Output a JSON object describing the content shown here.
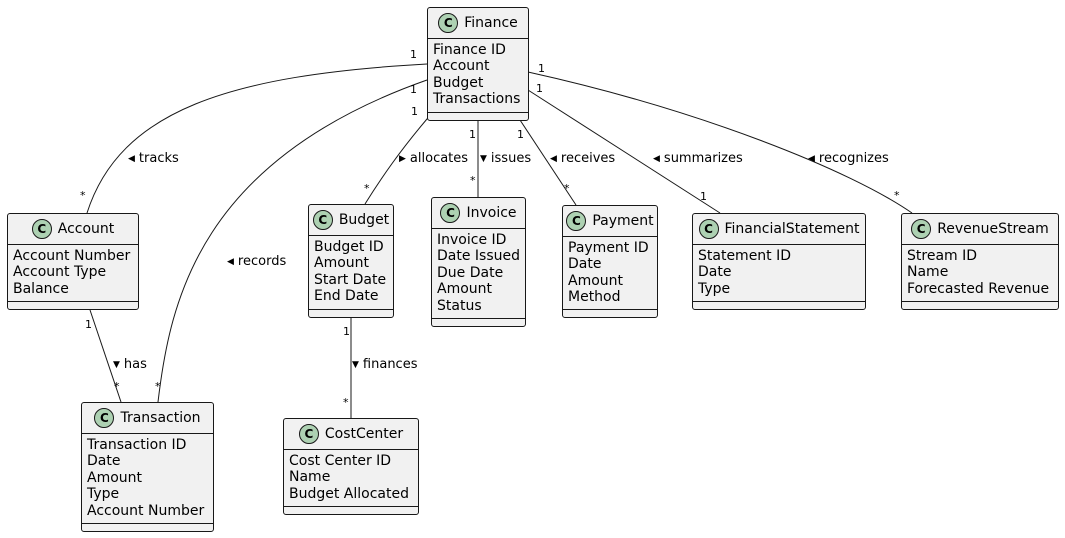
{
  "classes": {
    "finance": {
      "name": "Finance",
      "stereotype": "C",
      "attributes": [
        "Finance ID",
        "Account",
        "Budget",
        "Transactions"
      ]
    },
    "account": {
      "name": "Account",
      "stereotype": "C",
      "attributes": [
        "Account Number",
        "Account Type",
        "Balance"
      ]
    },
    "budget": {
      "name": "Budget",
      "stereotype": "C",
      "attributes": [
        "Budget ID",
        "Amount",
        "Start Date",
        "End Date"
      ]
    },
    "invoice": {
      "name": "Invoice",
      "stereotype": "C",
      "attributes": [
        "Invoice ID",
        "Date Issued",
        "Due Date",
        "Amount",
        "Status"
      ]
    },
    "payment": {
      "name": "Payment",
      "stereotype": "C",
      "attributes": [
        "Payment ID",
        "Date",
        "Amount",
        "Method"
      ]
    },
    "statement": {
      "name": "FinancialStatement",
      "stereotype": "C",
      "attributes": [
        "Statement ID",
        "Date",
        "Type"
      ]
    },
    "revenue": {
      "name": "RevenueStream",
      "stereotype": "C",
      "attributes": [
        "Stream ID",
        "Name",
        "Forecasted Revenue"
      ]
    },
    "transaction": {
      "name": "Transaction",
      "stereotype": "C",
      "attributes": [
        "Transaction ID",
        "Date",
        "Amount",
        "Type",
        "Account Number"
      ]
    },
    "costcenter": {
      "name": "CostCenter",
      "stereotype": "C",
      "attributes": [
        "Cost Center ID",
        "Name",
        "Budget Allocated"
      ]
    }
  },
  "relations": {
    "tracks": {
      "label": "tracks",
      "arrow": "◀",
      "from_mult": "1",
      "to_mult": "*"
    },
    "records": {
      "label": "records",
      "arrow": "◀",
      "from_mult": "1",
      "to_mult": "*"
    },
    "allocates": {
      "label": "allocates",
      "arrow": "▶",
      "from_mult": "1",
      "to_mult": "*"
    },
    "issues": {
      "label": "issues",
      "arrow": "▼",
      "from_mult": "1",
      "to_mult": "*"
    },
    "receives": {
      "label": "receives",
      "arrow": "◀",
      "from_mult": "1",
      "to_mult": "*"
    },
    "summarizes": {
      "label": "summarizes",
      "arrow": "◀",
      "from_mult": "1",
      "to_mult": "1"
    },
    "recognizes": {
      "label": "recognizes",
      "arrow": "◀",
      "from_mult": "1",
      "to_mult": "*"
    },
    "has": {
      "label": "has",
      "arrow": "▼",
      "from_mult": "1",
      "to_mult": "*"
    },
    "finances": {
      "label": "finances",
      "arrow": "▼",
      "from_mult": "1",
      "to_mult": "*"
    }
  }
}
